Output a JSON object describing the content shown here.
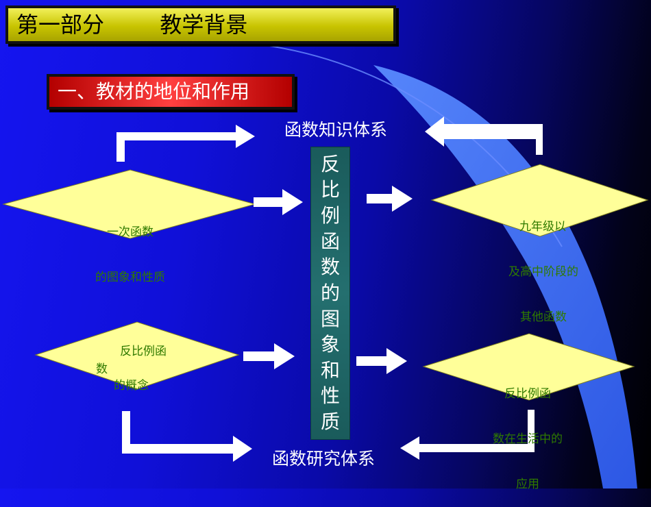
{
  "title": "第一部分        教学背景",
  "section": "一、教材的地位和作用",
  "top_label": "函数知识体系",
  "bottom_label": "函数研究体系",
  "center_text": "反比例函数的图象和性质",
  "diamonds": {
    "left_top": [
      "一次函数",
      "的图象和性质"
    ],
    "left_bottom": [
      "反比例函",
      "数",
      "的概念"
    ],
    "right_top": [
      "九年级以",
      "及高中阶段的",
      "其他函数"
    ],
    "right_bottom": [
      "反比例函",
      "数在生活中的",
      "应用"
    ]
  },
  "colors": {
    "title_bar": "#d8d400",
    "section_bar": "#e81a1a",
    "diamond_fill": "#ffff99",
    "diamond_text": "#2f7a00",
    "center_box": "#1f6666",
    "arrow": "#ffffff",
    "swoosh": "#3a6cff"
  }
}
